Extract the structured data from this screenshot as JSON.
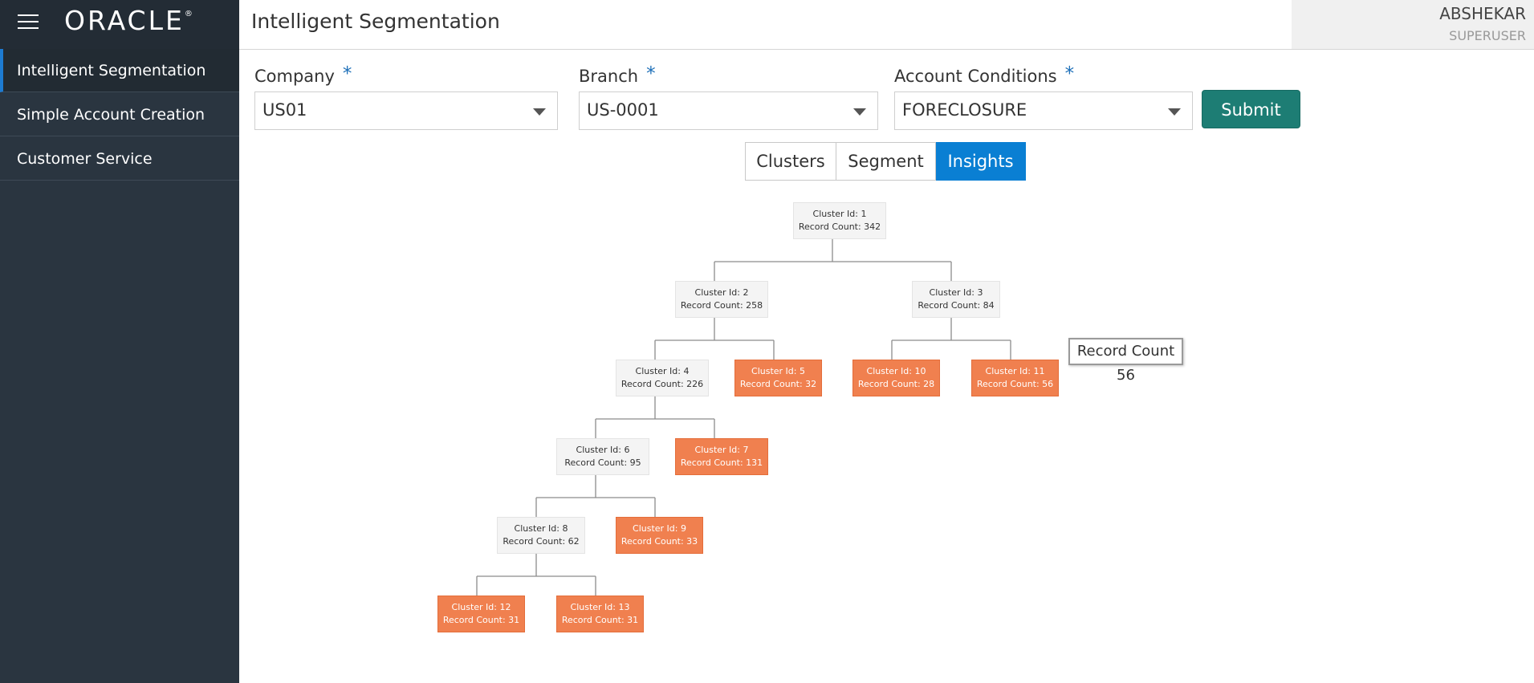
{
  "app": {
    "logo": "ORACLE",
    "logo_mark": "®",
    "page_title": "Intelligent Segmentation"
  },
  "user": {
    "name": "ABSHEKAR",
    "role": "SUPERUSER"
  },
  "sidebar": {
    "items": [
      {
        "label": "Intelligent Segmentation",
        "active": true
      },
      {
        "label": "Simple Account Creation",
        "active": false
      },
      {
        "label": "Customer Service",
        "active": false
      }
    ]
  },
  "form": {
    "company": {
      "label": "Company",
      "required": "*",
      "value": "US01"
    },
    "branch": {
      "label": "Branch",
      "required": "*",
      "value": "US-0001"
    },
    "account_conditions": {
      "label": "Account Conditions",
      "required": "*",
      "value": "FORECLOSURE"
    },
    "submit_label": "Submit"
  },
  "tabs": [
    {
      "label": "Clusters",
      "active": false
    },
    {
      "label": "Segment",
      "active": false
    },
    {
      "label": "Insights",
      "active": true
    }
  ],
  "tree": {
    "nodes": {
      "c1": {
        "id": "Cluster Id: 1",
        "count": "Record Count: 342",
        "leaf": false
      },
      "c2": {
        "id": "Cluster Id: 2",
        "count": "Record Count: 258",
        "leaf": false
      },
      "c3": {
        "id": "Cluster Id: 3",
        "count": "Record Count: 84",
        "leaf": false
      },
      "c4": {
        "id": "Cluster Id: 4",
        "count": "Record Count: 226",
        "leaf": false
      },
      "c5": {
        "id": "Cluster Id: 5",
        "count": "Record Count: 32",
        "leaf": true
      },
      "c10": {
        "id": "Cluster Id: 10",
        "count": "Record Count: 28",
        "leaf": true
      },
      "c11": {
        "id": "Cluster Id: 11",
        "count": "Record Count: 56",
        "leaf": true
      },
      "c6": {
        "id": "Cluster Id: 6",
        "count": "Record Count: 95",
        "leaf": false
      },
      "c7": {
        "id": "Cluster Id: 7",
        "count": "Record Count: 131",
        "leaf": true
      },
      "c8": {
        "id": "Cluster Id: 8",
        "count": "Record Count: 62",
        "leaf": false
      },
      "c9": {
        "id": "Cluster Id: 9",
        "count": "Record Count: 33",
        "leaf": true
      },
      "c12": {
        "id": "Cluster Id: 12",
        "count": "Record Count: 31",
        "leaf": true
      },
      "c13": {
        "id": "Cluster Id: 13",
        "count": "Record Count: 31",
        "leaf": true
      }
    },
    "tooltip": "Record Count 56"
  },
  "colors": {
    "leaf": "#f0804f",
    "internal": "#f4f4f4",
    "active_tab": "#0a7fd3",
    "submit": "#1d7d74",
    "sidebar": "#2a3540"
  },
  "icons": {
    "menu": "hamburger-icon",
    "dropdown": "chevron-down-icon"
  }
}
